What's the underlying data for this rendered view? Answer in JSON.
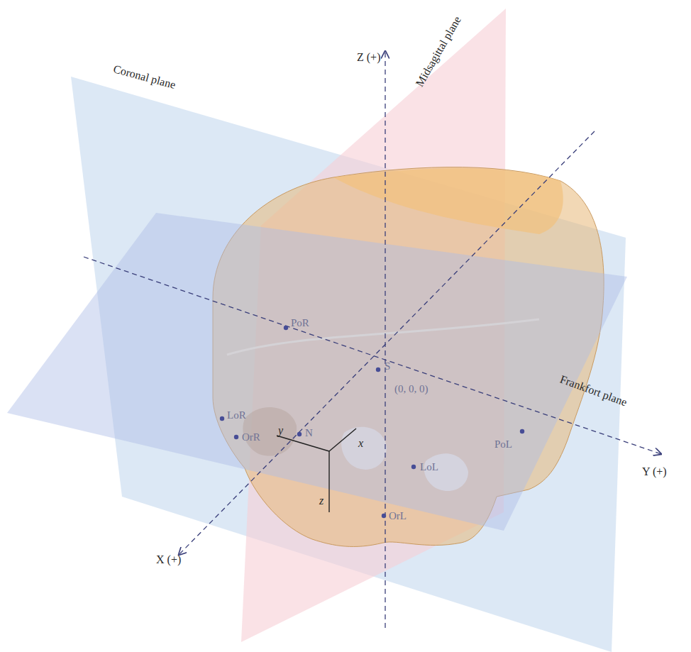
{
  "diagram": {
    "labels": [
      "Z (+)",
      "Midsagittal plane",
      "Coronal plane",
      "Frankfort plane",
      "PoR",
      "S",
      "(0, 0, 0)",
      "LoR",
      "PoL",
      "y",
      "N",
      "x",
      "OrR",
      "LoL",
      "z",
      "OrL",
      "Y (+)",
      "X (+)"
    ]
  }
}
